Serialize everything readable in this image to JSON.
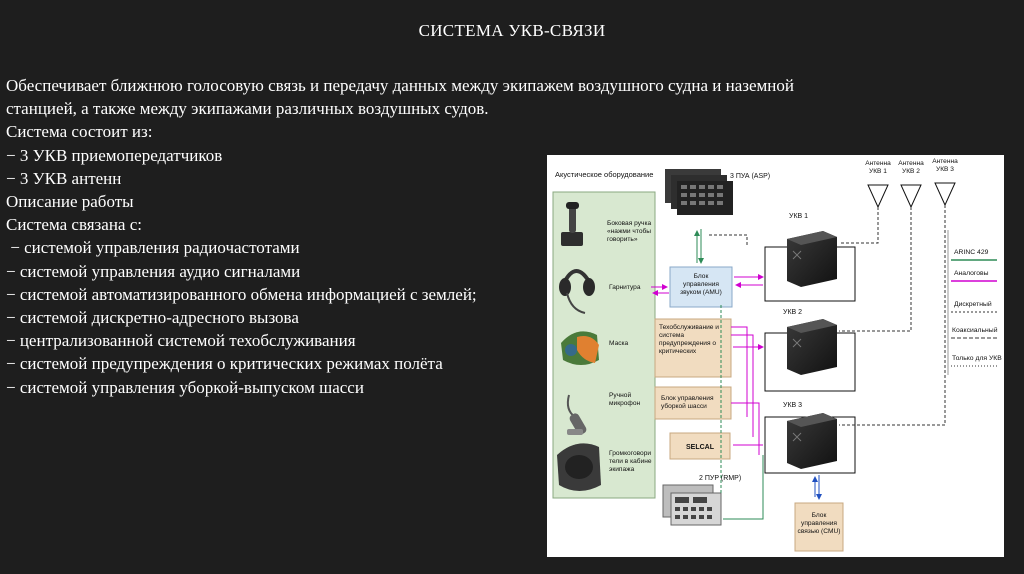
{
  "slide": {
    "title": "СИСТЕМА УКВ-СВЯЗИ",
    "lines": [
      "Обеспечивает ближнюю голосовую связь и передачу данных между экипажем воздушного судна и наземной",
      "станцией, а также между экипажами различных воздушных судов.",
      "Система состоит из:",
      "− 3 УКВ приемопередатчиков",
      "− 3 УКВ антенн",
      "Описание работы",
      "Система связана с:",
      " − системой управления радиочастотами",
      "− системой управления аудио сигналами",
      "− системой автоматизированного обмена информацией с землей;",
      "− системой дискретно-адресного вызова",
      "− централизованной системой техобслуживания",
      "− системой предупреждения о критических режимах полёта",
      "− системой управления уборкой-выпуском шасси"
    ]
  },
  "diagram": {
    "acoustic_title": "Акустическое оборудование",
    "devices": [
      {
        "label": [
          "Боковая ручка",
          "«нажми чтобы",
          "говорить»"
        ],
        "icon": "side-stick-icon"
      },
      {
        "label": [
          "Гарнитура"
        ],
        "icon": "headset-icon"
      },
      {
        "label": [
          "Маска"
        ],
        "icon": "oxygen-mask-icon"
      },
      {
        "label": [
          "Ручной",
          "микрофон"
        ],
        "icon": "hand-microphone-icon"
      },
      {
        "label": [
          "Громкоговори",
          "тели в кабине",
          "экипажа"
        ],
        "icon": "loudspeaker-icon"
      }
    ],
    "asp_label": "3 ПУА (ASP)",
    "amu_label": [
      "Блок",
      "управления",
      "звуком (AMU)"
    ],
    "maint_label": [
      "Техобслуживание и",
      "система",
      "предупреждения о",
      "критических"
    ],
    "gear_label": [
      "Блок управления",
      "уборкой шасси"
    ],
    "selcal_label": "SELCAL",
    "rmp_label": "2 ПУР (RMP)",
    "cmu_label": [
      "Блок",
      "управления",
      "связью (CMU)"
    ],
    "vhf_units": [
      "УКВ 1",
      "УКВ 2",
      "УКВ 3"
    ],
    "antennas": [
      [
        "Антенна",
        "УКВ 1"
      ],
      [
        "Антенна",
        "УКВ 2"
      ],
      [
        "Антенна",
        "УКВ 3"
      ]
    ],
    "legend": [
      {
        "label": "ARINC 429",
        "style": "solid",
        "color": "#2e8b57"
      },
      {
        "label": "Аналоговы",
        "style": "solid",
        "color": "#d000d0"
      },
      {
        "label": "Дискретный",
        "style": "dashed",
        "color": "#333333"
      },
      {
        "label": "Коаксиальный",
        "style": "dashed",
        "color": "#333333"
      },
      {
        "label": "Только для УКВ",
        "style": "dashed",
        "color": "#333333"
      }
    ],
    "colors": {
      "green_panel": "#d8e8d0",
      "blue_box": "#d6e6f4",
      "tan_box": "#f1dcc0",
      "arinc": "#2e8b57",
      "analog": "#d000d0",
      "blue_arrow": "#2050c0"
    }
  }
}
